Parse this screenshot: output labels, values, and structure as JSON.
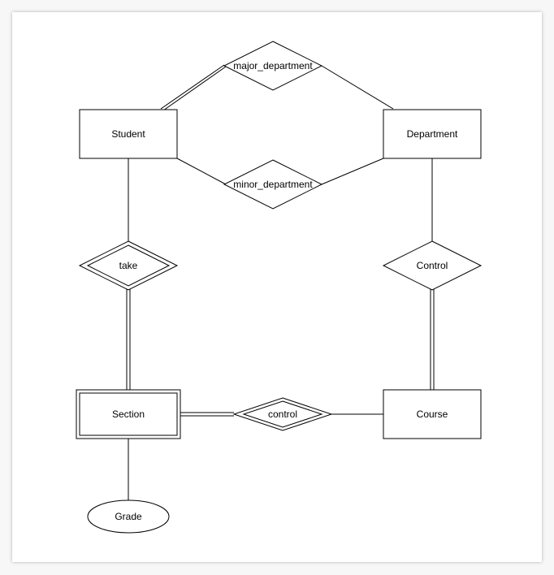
{
  "entities": {
    "student": "Student",
    "department": "Department",
    "section": "Section",
    "course": "Course"
  },
  "relationships": {
    "major_department": "major_department",
    "minor_department": "minor_department",
    "take": "take",
    "control_dept": "Control",
    "control_section": "control"
  },
  "attributes": {
    "grade": "Grade"
  },
  "colors": {
    "stroke": "#000000",
    "fill": "#ffffff",
    "canvas": "#f7f7f7"
  }
}
